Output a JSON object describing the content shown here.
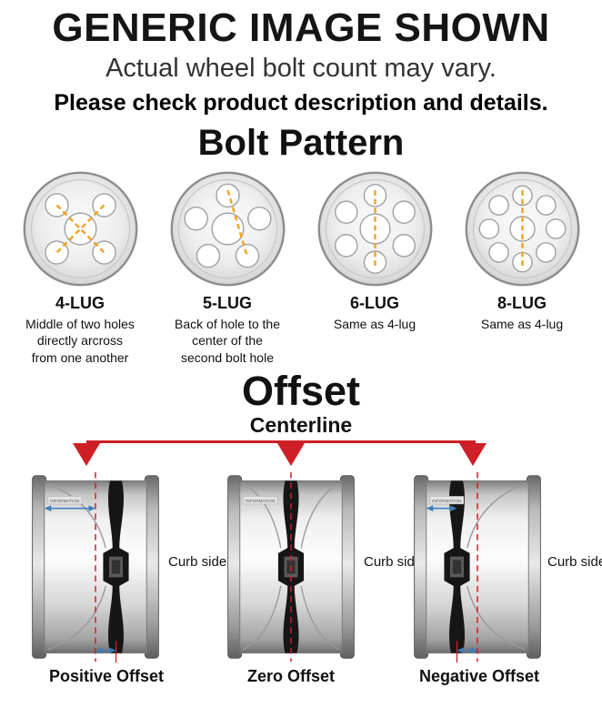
{
  "header": {
    "title": "GENERIC IMAGE SHOWN",
    "subtitle": "Actual wheel bolt count may vary.",
    "note": "Please check product description and details."
  },
  "bolt_pattern": {
    "title": "Bolt Pattern",
    "items": [
      {
        "label": "4-LUG",
        "description": "Middle of two holes directly arcross from one another"
      },
      {
        "label": "5-LUG",
        "description": "Back of hole to the center of the second bolt hole"
      },
      {
        "label": "6-LUG",
        "description": "Same as 4-lug"
      },
      {
        "label": "8-LUG",
        "description": "Same as 4-lug"
      }
    ]
  },
  "offset": {
    "title": "Offset",
    "centerline_label": "Centerline",
    "curb_side_label": "Curb side",
    "barrel_marking": "INFORMATION",
    "colors": {
      "marker_red": "#cf1f26",
      "guide_orange": "#f6a21d",
      "arrow_blue": "#3a7dbd"
    },
    "items": [
      {
        "label": "Positive Offset"
      },
      {
        "label": "Zero Offset"
      },
      {
        "label": "Negative Offset"
      }
    ]
  }
}
